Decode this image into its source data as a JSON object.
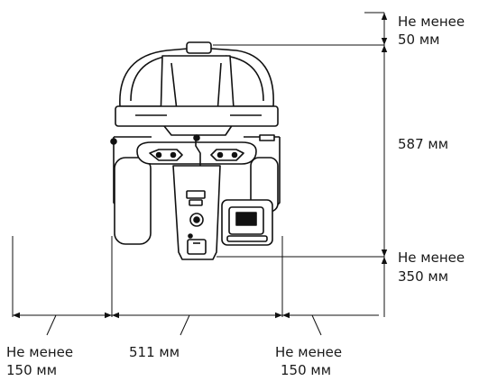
{
  "dimensions": {
    "top_clearance": {
      "line1": "Не менее",
      "line2": "50 мм"
    },
    "height": {
      "text": "587 мм"
    },
    "bottom_clearance": {
      "line1": "Не менее",
      "line2": "350 мм"
    },
    "left_clearance": {
      "line1": "Не менее",
      "line2": "150 мм"
    },
    "width": {
      "text": "511 мм"
    },
    "right_clearance": {
      "line1": "Не менее",
      "line2": "150 мм"
    }
  }
}
